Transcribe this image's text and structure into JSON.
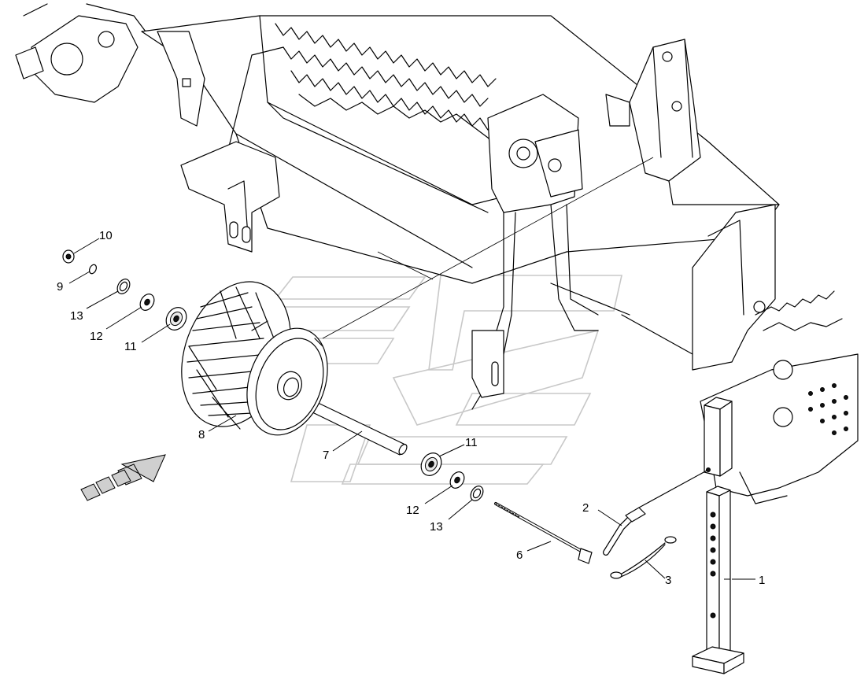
{
  "callouts": {
    "c1": "1",
    "c2": "2",
    "c3": "3",
    "c6": "6",
    "c7": "7",
    "c8": "8",
    "c9": "9",
    "c10": "10",
    "c11a": "11",
    "c11b": "11",
    "c12a": "12",
    "c12b": "12",
    "c13a": "13",
    "c13b": "13"
  },
  "colors": {
    "line": "#000000",
    "background": "#ffffff",
    "watermark": "#c8c8c8",
    "arrow_fill": "#d0d0d0"
  },
  "icons": [
    "direction-arrow-icon"
  ]
}
